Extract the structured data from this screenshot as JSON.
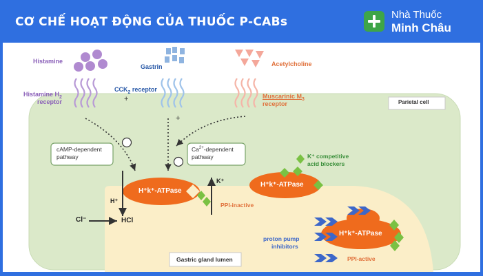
{
  "header": {
    "title": "CƠ CHẾ HOẠT ĐỘNG CỦA THUỐC P-CABs",
    "brand_line1": "Nhà Thuốc",
    "brand_line2": "Minh Châu",
    "brand_icon": "plus-cross-icon",
    "accent_color": "#2f6fe0",
    "brand_green": "#3ea548"
  },
  "ligands": {
    "histamine": "Histamine",
    "gastrin": "Gastrin",
    "acetylcholine": "Acetylcholine"
  },
  "receptors": {
    "histamine_prefix": "Histamine H",
    "histamine_sub": "2",
    "histamine_suffix": "receptor",
    "cck_prefix": "CCK",
    "cck_sub": "2",
    "cck_suffix": " receptor",
    "muscarinic_prefix": "Muscarinic M",
    "muscarinic_sub": "3",
    "muscarinic_suffix": "receptor"
  },
  "cell": {
    "label": "Parietal cell",
    "lumen": "Gastric gland lumen"
  },
  "pathways": {
    "camp_line1": "cAMP-dependent",
    "camp_line2": "pathway",
    "ca_prefix": "Ca",
    "ca_sup": "2+",
    "ca_line1_suffix": "-dependent",
    "ca_line2": "pathway",
    "plus": "+"
  },
  "pumps": {
    "label": "H⁺k⁺-ATPase",
    "inactive": "PPI-inactive",
    "active": "PPI-active"
  },
  "ions": {
    "k": "K⁺",
    "h": "H⁺",
    "cl": "Cl⁻",
    "hcl": "HCl"
  },
  "drugs": {
    "pcab_line1": "K⁺ competitive",
    "pcab_line2": "acid blockers",
    "ppi_line1": "proton pump",
    "ppi_line2": "inhibitors"
  }
}
